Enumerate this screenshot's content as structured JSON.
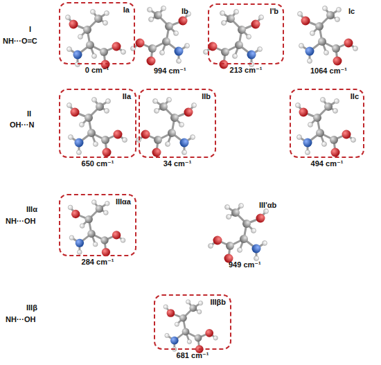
{
  "diagram": {
    "nodes": [
      {
        "text": [
          "Ia",
          "0 cm⁻¹"
        ]
      },
      {
        "text": [
          "I'b",
          "213 cm⁻¹"
        ]
      },
      {
        "text": [
          "IIa",
          "650 cm⁻¹"
        ]
      },
      {
        "text": [
          "IIb",
          "34 cm⁻¹"
        ]
      },
      {
        "text": [
          "IIc",
          "494 cm⁻¹"
        ]
      },
      {
        "text": [
          "IIIαa",
          "284 cm⁻¹"
        ]
      },
      {
        "text": [
          "IIIβb",
          "681 cm⁻¹"
        ]
      }
    ],
    "labels": [
      "I",
      "NH···O=C",
      "Ib",
      "994 cm⁻¹",
      "Ic",
      "1064 cm⁻¹",
      "II",
      "OH···N",
      "IIIα",
      "NH···OH",
      "III'αb",
      "949 cm⁻¹",
      "IIIβ",
      "NH···OH"
    ]
  }
}
